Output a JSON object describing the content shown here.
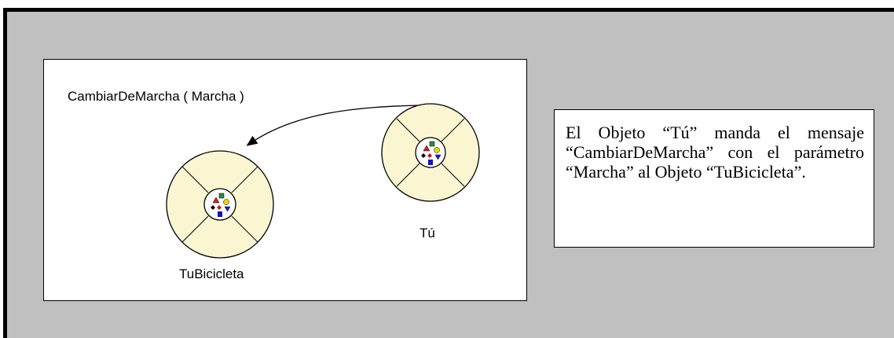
{
  "diagram": {
    "message_label": "CambiarDeMarcha ( Marcha )",
    "receiver_label": "TuBicicleta",
    "sender_label": "Tú",
    "colors": {
      "object_fill": "#fbf6d2",
      "core_fill": "#ffffff",
      "stroke": "#000000",
      "square_green": "#2e8b3a",
      "triangle_red": "#d42020",
      "circle_yellow": "#e8d800",
      "triangle_blue": "#1a1ae6",
      "square_blue": "#1010c0",
      "diamond_red": "#c81818"
    }
  },
  "note": {
    "text": "El Objeto “Tú” manda el mensaje “CambiarDeMarcha” con el parámetro “Marcha” al Objeto “TuBicicleta”."
  }
}
